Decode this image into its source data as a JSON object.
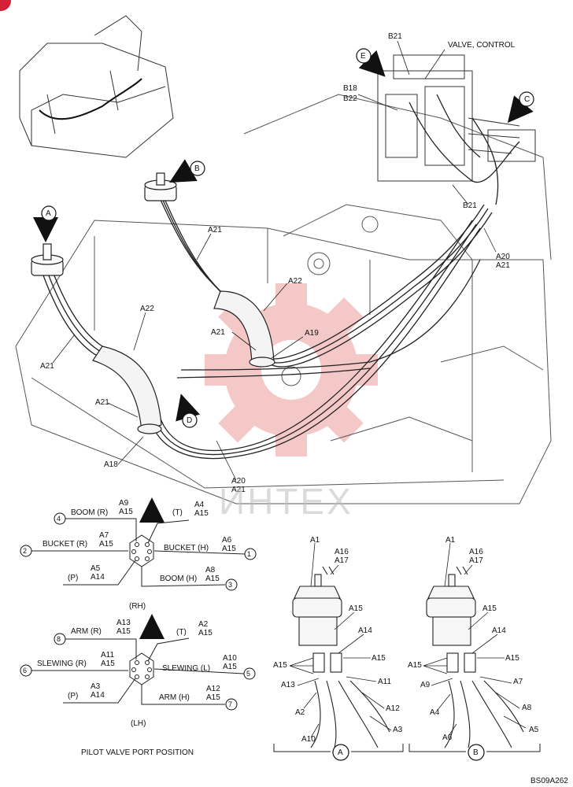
{
  "colors": {
    "line": "#222222",
    "stamp": "#f2b6b6",
    "badge": "#d4213a",
    "watermark": "#bdbdbd"
  },
  "watermark": "ИНТЕХ",
  "figure_code": "BS09A262",
  "callouts": {
    "a": "A",
    "b": "B",
    "c": "C",
    "d": "D",
    "e": "E"
  },
  "top_labels": {
    "valve_control": "VALVE, CONTROL",
    "b21_top": "B21",
    "b18": "B18",
    "b22": "B22",
    "b21_right": "B21",
    "a20_a21_right": "A20\nA21",
    "a21_b": "A21",
    "a22_right": "A22",
    "a21_mid": "A21",
    "a19": "A19",
    "a22_left": "A22",
    "a21_left": "A21",
    "a21_low": "A21",
    "a18": "A18",
    "a20_a21_low": "A20\nA21"
  },
  "rh": {
    "title": "(RH)",
    "ports": [
      {
        "num": "4",
        "name": "BOOM (R)",
        "codes": "A9\nA15"
      },
      {
        "num": "",
        "name": "(T)",
        "codes": "A4\nA15"
      },
      {
        "num": "2",
        "name": "BUCKET (R)",
        "codes": "A7\nA15"
      },
      {
        "num": "1",
        "name": "BUCKET (H)",
        "codes": "A6\nA15"
      },
      {
        "num": "",
        "name": "(P)",
        "codes": "A5\nA14"
      },
      {
        "num": "3",
        "name": "BOOM (H)",
        "codes": "A8\nA15"
      }
    ]
  },
  "lh": {
    "title": "(LH)",
    "ports": [
      {
        "num": "8",
        "name": "ARM (R)",
        "codes": "A13\nA15"
      },
      {
        "num": "",
        "name": "(T)",
        "codes": "A2\nA15"
      },
      {
        "num": "6",
        "name": "SLEWING (R)",
        "codes": "A11\nA15"
      },
      {
        "num": "5",
        "name": "SLEWING (L)",
        "codes": "A10\nA15"
      },
      {
        "num": "",
        "name": "(P)",
        "codes": "A3\nA14"
      },
      {
        "num": "7",
        "name": "ARM (H)",
        "codes": "A12\nA15"
      }
    ]
  },
  "pilot_caption": "PILOT VALVE PORT POSITION",
  "detail_a": {
    "a1": "A1",
    "a16_a17": "A16\nA17",
    "a15": "A15",
    "a14": "A14",
    "a15_left": "A15",
    "a15_right": "A15",
    "a13": "A13",
    "a11": "A11",
    "a2": "A2",
    "a12": "A12",
    "a10": "A10",
    "a3": "A3"
  },
  "detail_b": {
    "a1": "A1",
    "a16_a17": "A16\nA17",
    "a15": "A15",
    "a14": "A14",
    "a15_left": "A15",
    "a15_right": "A15",
    "a9": "A9",
    "a7": "A7",
    "a4": "A4",
    "a8": "A8",
    "a6": "A6",
    "a5": "A5"
  }
}
